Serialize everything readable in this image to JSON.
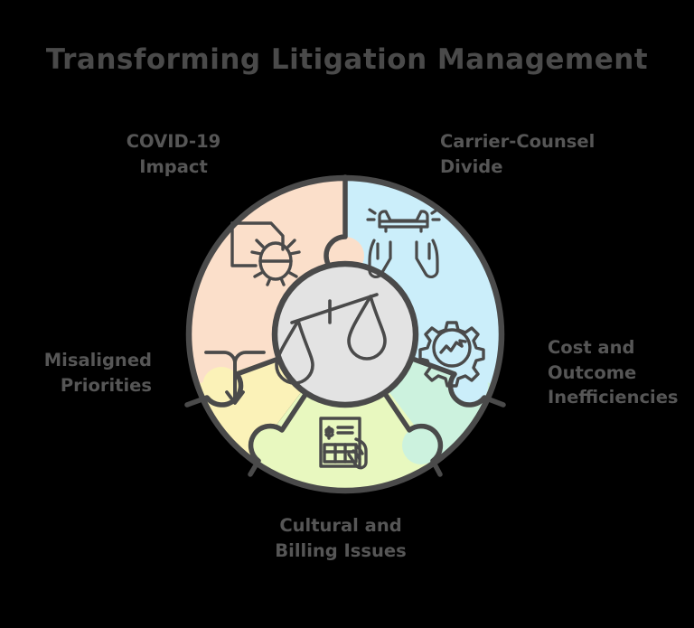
{
  "page": {
    "background_color": "#000000",
    "title": "Transforming Litigation Management",
    "title_color": "#4a4a4a",
    "label_color": "#565656"
  },
  "diagram": {
    "type": "circular-puzzle-wheel",
    "segment_count": 5,
    "center": {
      "label": "",
      "icon": "scales-of-justice-icon",
      "fill_color": "#E3E3E3",
      "stroke_color": "#4a4a4a"
    },
    "segments": [
      {
        "id": "carrier-counsel-divide",
        "label": "Carrier-Counsel\nDivide",
        "icon": "car-in-hands-icon",
        "fill_color": "#CBEEFA",
        "position": "top-right"
      },
      {
        "id": "cost-outcome-inefficiencies",
        "label": "Cost and\nOutcome\nInefficiencies",
        "icon": "gear-with-trendline-icon",
        "fill_color": "#CCF2DE",
        "position": "right"
      },
      {
        "id": "cultural-billing-issues",
        "label": "Cultural and\nBilling Issues",
        "icon": "invoice-in-hand-icon",
        "fill_color": "#E8F8BF",
        "position": "bottom"
      },
      {
        "id": "misaligned-priorities",
        "label": "Misaligned\nPriorities",
        "icon": "converging-arrow-down-icon",
        "fill_color": "#FBF2B8",
        "position": "left"
      },
      {
        "id": "covid-19-impact",
        "label": "COVID-19\nImpact",
        "icon": "document-with-virus-icon",
        "fill_color": "#FBDFCA",
        "position": "top-left"
      }
    ]
  }
}
